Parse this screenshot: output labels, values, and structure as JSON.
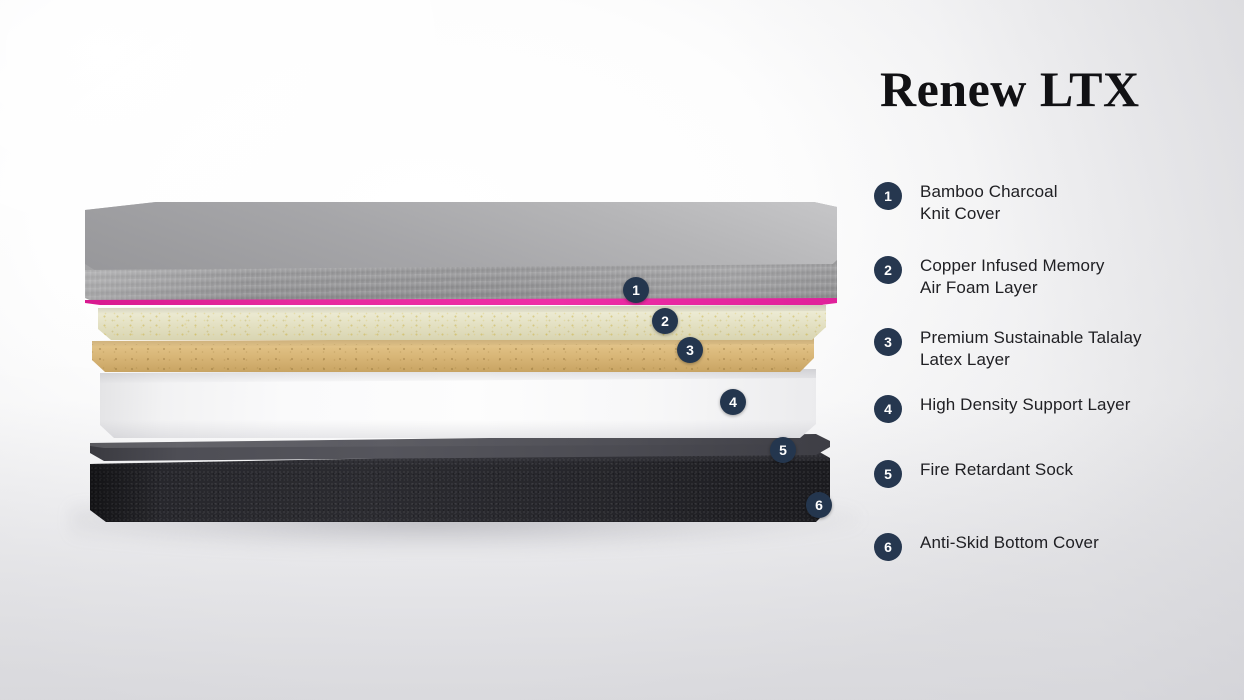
{
  "product": {
    "title": "Renew LTX",
    "type": "mattress-layer-diagram"
  },
  "colors": {
    "badge_navy": "#26374f",
    "piping_magenta": "#e62a9e",
    "layer1_grey": "#a6a6a9",
    "layer2_cream": "#eae8cf",
    "layer3_tan": "#dfbf82",
    "layer4_white": "#fafafb",
    "layer5_darkgrey": "#4e4e55",
    "layer6_charcoal": "#27272c",
    "text_dark": "#202024",
    "background": "#f7f7f8"
  },
  "layers": [
    {
      "number": "1",
      "name": "Bamboo Charcoal\nKnit Cover",
      "color": "#a6a6a9"
    },
    {
      "number": "2",
      "name": "Copper Infused Memory\nAir Foam Layer",
      "color": "#eae8cf"
    },
    {
      "number": "3",
      "name": "Premium Sustainable Talalay\nLatex Layer",
      "color": "#dfbf82"
    },
    {
      "number": "4",
      "name": "High Density Support Layer",
      "color": "#fafafb"
    },
    {
      "number": "5",
      "name": "Fire Retardant Sock",
      "color": "#4e4e55"
    },
    {
      "number": "6",
      "name": "Anti-Skid Bottom Cover",
      "color": "#27272c"
    }
  ],
  "diagram_pins": [
    {
      "number": "1"
    },
    {
      "number": "2"
    },
    {
      "number": "3"
    },
    {
      "number": "4"
    },
    {
      "number": "5"
    },
    {
      "number": "6"
    }
  ]
}
